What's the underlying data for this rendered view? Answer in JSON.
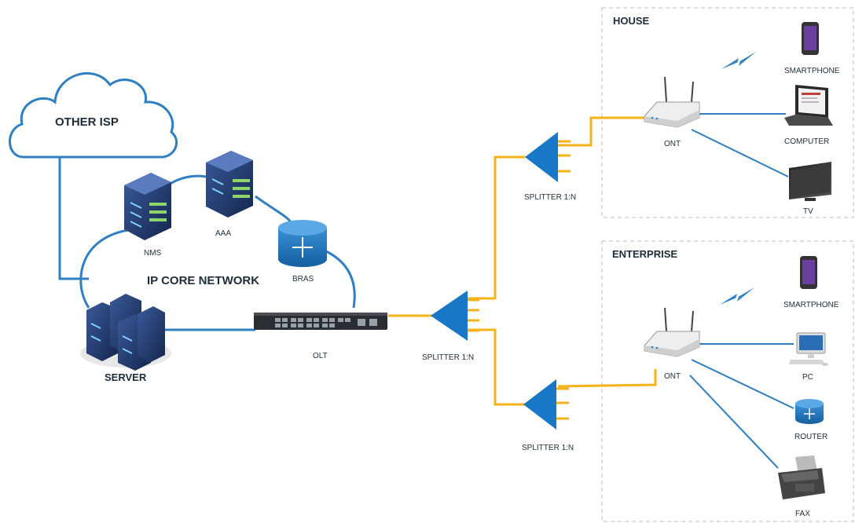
{
  "colors": {
    "core_line": "#2f7fc1",
    "fiber_line": "#f5b31a",
    "device_blue": "#1c6fb8",
    "splitter_blue": "#1977c7",
    "server_dark": "#213a6b",
    "text": "#1f2d3a",
    "zone_border": "#bcbcbc"
  },
  "cloud": {
    "label": "OTHER ISP",
    "icon": "cloud-icon"
  },
  "core": {
    "label": "IP CORE NETWORK"
  },
  "devices": {
    "nms": {
      "label": "NMS",
      "icon": "server-rack-icon"
    },
    "aaa": {
      "label": "AAA",
      "icon": "server-rack-icon"
    },
    "bras": {
      "label": "BRAS",
      "icon": "router-icon"
    },
    "server": {
      "label": "SERVER",
      "icon": "server-cluster-icon"
    },
    "olt": {
      "label": "OLT",
      "icon": "switch-icon"
    }
  },
  "splitters": {
    "main": {
      "label": "SPLITTER 1:N",
      "icon": "splitter-icon"
    },
    "house": {
      "label": "SPLITTER 1:N",
      "icon": "splitter-icon"
    },
    "enterprise": {
      "label": "SPLITTER 1:N",
      "icon": "splitter-icon"
    }
  },
  "house": {
    "title": "HOUSE",
    "ont": {
      "label": "ONT",
      "icon": "wifi-router-icon"
    },
    "smartphone": {
      "label": "SMARTPHONE",
      "icon": "smartphone-icon"
    },
    "computer": {
      "label": "COMPUTER",
      "icon": "laptop-icon"
    },
    "tv": {
      "label": "TV",
      "icon": "tv-icon"
    }
  },
  "enterprise": {
    "title": "ENTERPRISE",
    "ont": {
      "label": "ONT",
      "icon": "wifi-router-icon"
    },
    "smartphone": {
      "label": "SMARTPHONE",
      "icon": "smartphone-icon"
    },
    "pc": {
      "label": "PC",
      "icon": "desktop-pc-icon"
    },
    "router": {
      "label": "ROUTER",
      "icon": "router-icon"
    },
    "fax": {
      "label": "FAX",
      "icon": "fax-icon"
    }
  }
}
